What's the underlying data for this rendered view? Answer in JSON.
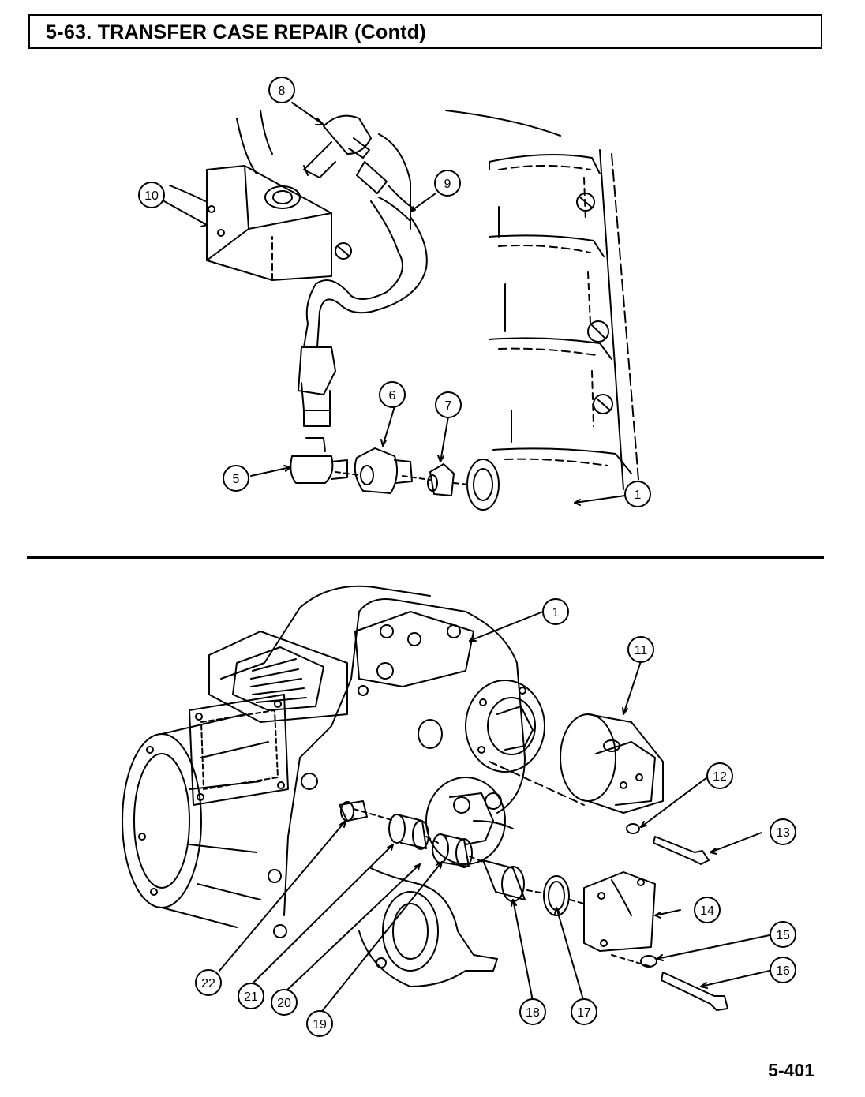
{
  "header": {
    "title": "5-63. TRANSFER CASE REPAIR (Contd)"
  },
  "footer": {
    "page_number": "5-401"
  },
  "top_callouts": [
    "8",
    "9",
    "10",
    "6",
    "7",
    "5",
    "1"
  ],
  "bottom_callouts": [
    "1",
    "11",
    "12",
    "13",
    "14",
    "15",
    "16",
    "17",
    "18",
    "19",
    "20",
    "21",
    "22"
  ]
}
